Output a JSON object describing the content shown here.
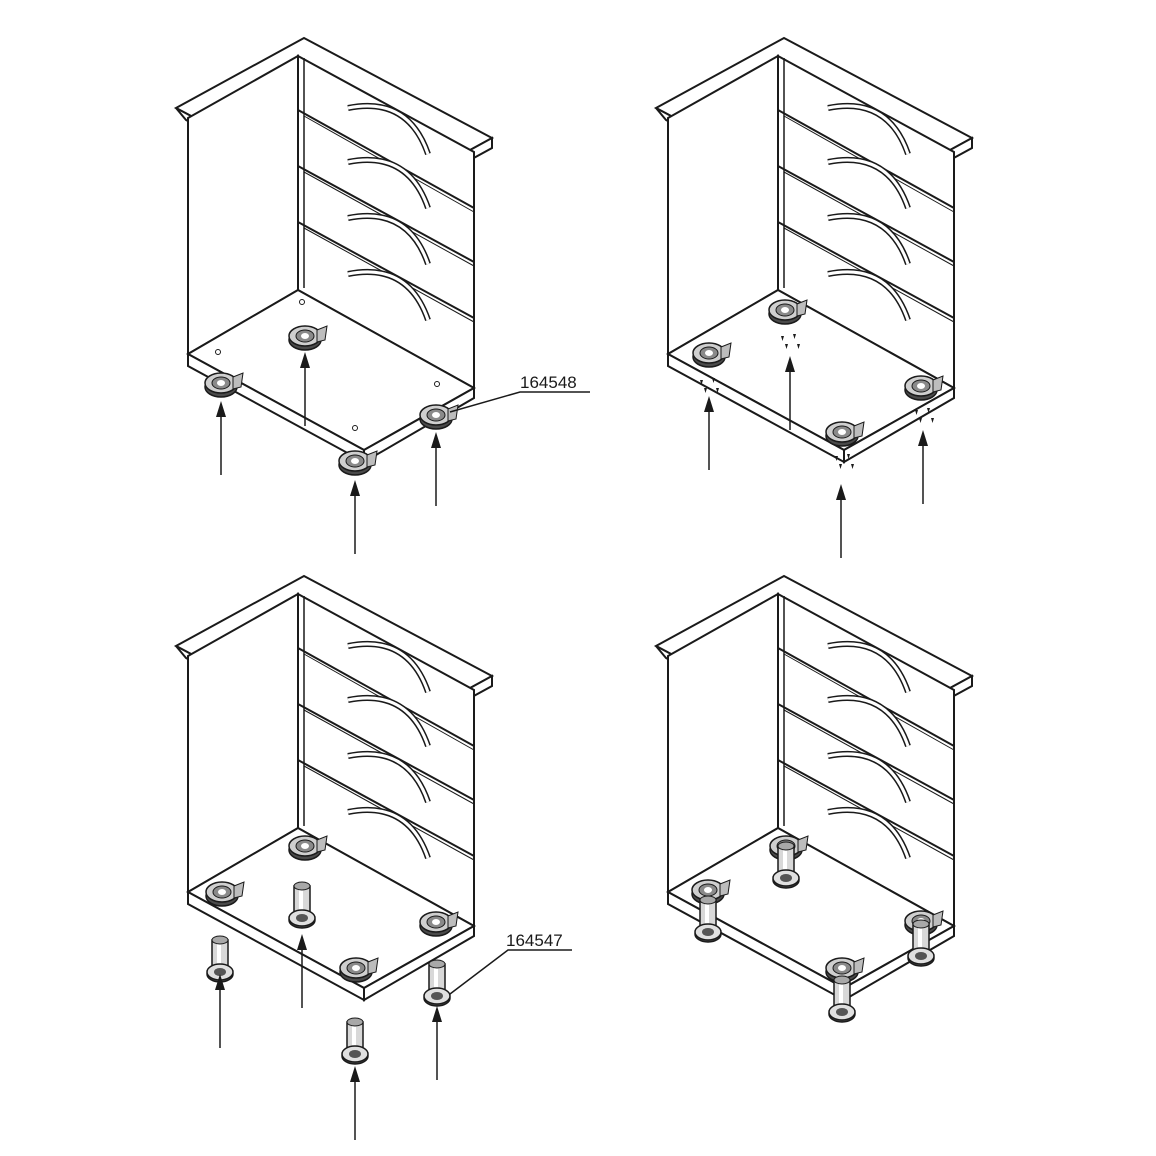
{
  "panels": [
    {
      "id": "step-1",
      "part_label": "164548",
      "feet": "glides",
      "fasteners": false,
      "arrows": true
    },
    {
      "id": "step-2",
      "part_label": "",
      "feet": "glides",
      "fasteners": true,
      "arrows": true
    },
    {
      "id": "step-3",
      "part_label": "164547",
      "feet": "glides-with-loose-legs",
      "fasteners": false,
      "arrows": true
    },
    {
      "id": "step-4",
      "part_label": "",
      "feet": "legs-mounted",
      "fasteners": false,
      "arrows": false
    }
  ],
  "colors": {
    "line": "#1a1a1a",
    "face": "#ffffff",
    "metal": "#9a9a9a",
    "metal_dark": "#4a4a4a"
  }
}
